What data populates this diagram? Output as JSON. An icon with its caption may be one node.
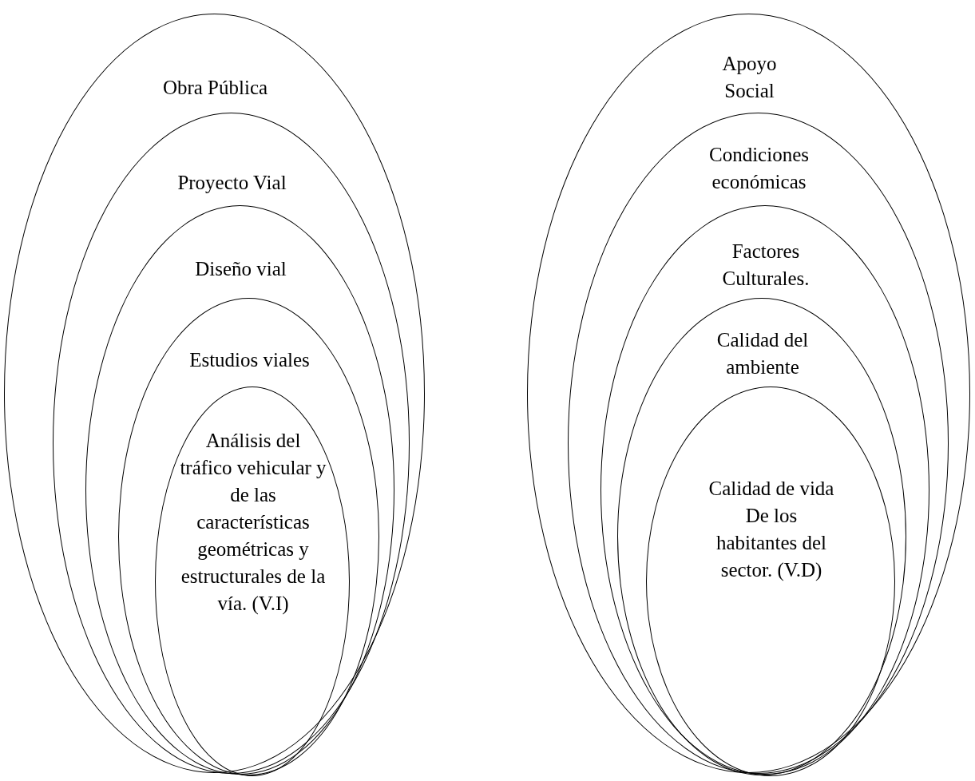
{
  "diagram": {
    "nodes": [
      {
        "text": [
          "Obra Pública"
        ]
      },
      {
        "text": [
          "Proyecto Vial"
        ],
        "in": 0
      },
      {
        "text": [
          "Diseño vial"
        ],
        "in": 1
      },
      {
        "text": [
          "Estudios viales"
        ],
        "in": 2
      },
      {
        "text": [
          "Análisis del tráfico vehicular y de las características geométricas y estructurales de la vía. (V.I)"
        ],
        "in": 3
      },
      {
        "text": [
          "Apoyo Social"
        ]
      },
      {
        "text": [
          "Condiciones económicas"
        ],
        "in": 5
      },
      {
        "text": [
          "Factores Culturales."
        ],
        "in": 6
      },
      {
        "text": [
          "Calidad del ambiente"
        ],
        "in": 7
      },
      {
        "text": [
          "Calidad de vida De los habitantes del sector. (V.D)"
        ],
        "in": 8
      }
    ]
  }
}
